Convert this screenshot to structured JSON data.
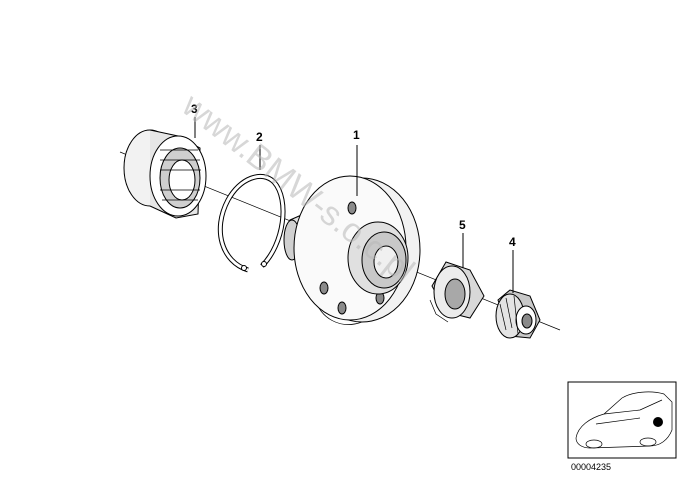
{
  "callouts": {
    "p1": "1",
    "p2": "2",
    "p3": "3",
    "p4": "4",
    "p5": "5"
  },
  "watermark": "www.BMW-s.o.c.pl",
  "reference_number": "00004235",
  "colors": {
    "line": "#000000",
    "background": "#ffffff",
    "part_fill": "#f2f2f2",
    "part_shade": "#c8c8c8",
    "dark_shade": "#8a8a8a",
    "watermark": "#b8b8b8",
    "location_marker": "#000000"
  }
}
